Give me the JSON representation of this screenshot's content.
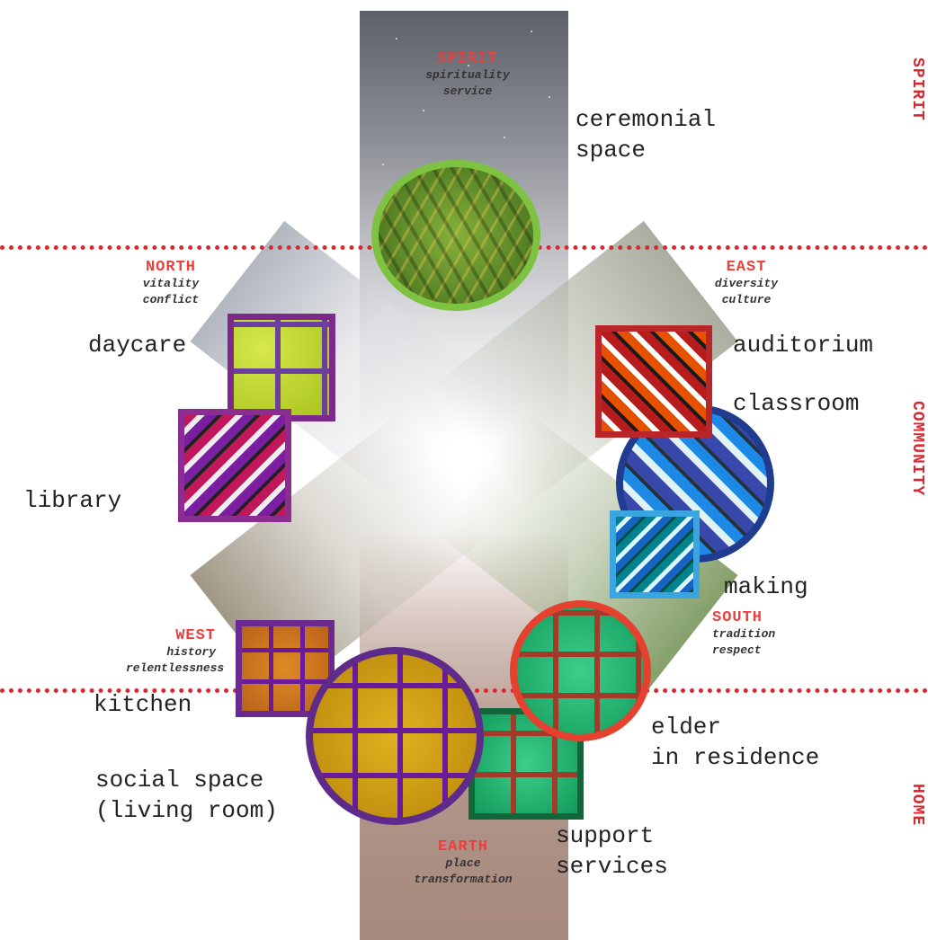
{
  "colors": {
    "accent_red": "#e8413e",
    "divider_red": "#d9282f",
    "spirit_green": "#7ec242",
    "north_purple": "#7b2a8c",
    "east_red": "#b9262a",
    "classroom_blue": "#1f3c8f",
    "making_blue": "#3aa5df",
    "home_purple": "#5e2b8a",
    "support_green": "#13663a",
    "elder_red": "#e5412f"
  },
  "side_labels": {
    "spirit": "SPIRIT",
    "community": "COMMUNITY",
    "home": "HOME"
  },
  "directions": {
    "spirit": {
      "title": "SPIRIT",
      "l1": "spirituality",
      "l2": "service"
    },
    "north": {
      "title": "NORTH",
      "l1": "vitality",
      "l2": "conflict"
    },
    "east": {
      "title": "EAST",
      "l1": "diversity",
      "l2": "culture"
    },
    "west": {
      "title": "WEST",
      "l1": "history",
      "l2": "relentlessness"
    },
    "south": {
      "title": "SOUTH",
      "l1": "tradition",
      "l2": "respect"
    },
    "earth": {
      "title": "EARTH",
      "l1": "place",
      "l2": "transformation"
    }
  },
  "rooms": {
    "ceremonial": "ceremonial\nspace",
    "daycare": "daycare",
    "library": "library",
    "auditorium": "auditorium",
    "classroom": "classroom",
    "making": "making",
    "kitchen": "kitchen",
    "social": "social space\n(living room)",
    "elder": "elder\nin residence",
    "support": "support\nservices"
  },
  "pattern_icons": [
    "braided-sweetgrass-icon",
    "beadwork-floral-icon",
    "beadwork-chevron-icon",
    "beadwork-floral-icon",
    "beadwork-chevron-icon",
    "beadwork-floral-icon",
    "beadwork-chevron-icon"
  ]
}
